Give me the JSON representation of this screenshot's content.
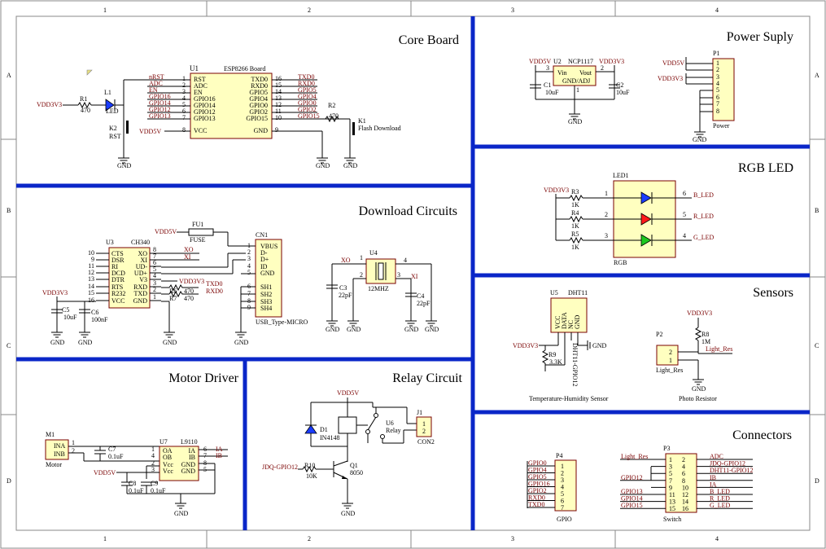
{
  "frame": {
    "col_labels": [
      "1",
      "2",
      "3",
      "4"
    ],
    "row_labels": [
      "A",
      "B",
      "C",
      "D"
    ]
  },
  "sections": {
    "core": "Core Board",
    "power": "Power Suply",
    "rgb": "RGB LED",
    "download": "Download Circuits",
    "sensors": "Sensors",
    "motor": "Motor Driver",
    "relay": "Relay Circuit",
    "connectors": "Connectors"
  },
  "core": {
    "u1_ref": "U1",
    "u1_name": "ESP8266 Board",
    "left_nets": [
      "nRST",
      "ADC",
      "EN",
      "GPIO16",
      "GPIO14",
      "GPIO12",
      "GPIO13"
    ],
    "left_pins": [
      "RST",
      "ADC",
      "EN",
      "GPIO16",
      "GPIO14",
      "GPIO12",
      "GPIO13",
      "VCC"
    ],
    "left_nums": [
      "1",
      "2",
      "3",
      "4",
      "5",
      "6",
      "7",
      "8"
    ],
    "right_pins": [
      "TXD0",
      "RXD0",
      "GPIO5",
      "GPIO4",
      "GPIO0",
      "GPIO2",
      "GPIO15",
      "GND"
    ],
    "right_nums": [
      "16",
      "15",
      "14",
      "13",
      "12",
      "11",
      "10",
      "9"
    ],
    "right_nets": [
      "TXD0",
      "RXD0",
      "GPIO5",
      "GPIO4",
      "GPIO0",
      "GPIO2",
      "GPIO15"
    ],
    "vdd5v": "VDD5V",
    "vdd3v3": "VDD3V3",
    "r1": "R1",
    "r1_val": "470",
    "l1": "L1",
    "l1_val": "LED",
    "k2": "K2",
    "k2_val": "RST",
    "r2": "R2",
    "r2_val": "470",
    "k1": "K1",
    "k1_val": "Flash Download",
    "gnd": "GND"
  },
  "power": {
    "vdd5v": "VDD5V",
    "u2": "U2",
    "u2_name": "NCP1117",
    "vdd3v3": "VDD3V3",
    "pin3": "3",
    "pin2": "2",
    "vin": "Vin",
    "vout": "Vout",
    "gndadj": "GND/ADJ",
    "pin1": "1",
    "c1": "C1",
    "c1_val": "10uF",
    "c2": "C2",
    "c2_val": "10uF",
    "gnd": "GND",
    "p1": "P1",
    "p1_val": "Power",
    "p1_pins": [
      "1",
      "2",
      "3",
      "4",
      "5",
      "6",
      "7",
      "8"
    ],
    "p1_vdd5v": "VDD5V",
    "p1_vdd3v3": "VDD3V3"
  },
  "rgb": {
    "led1": "LED1",
    "led1_val": "RGB",
    "vdd3v3": "VDD3V3",
    "resistors": [
      {
        "ref": "R3",
        "val": "1K",
        "pin_l": "1",
        "pin_r": "6",
        "net": "B_LED"
      },
      {
        "ref": "R4",
        "val": "1K",
        "pin_l": "2",
        "pin_r": "5",
        "net": "R_LED"
      },
      {
        "ref": "R5",
        "val": "1K",
        "pin_l": "3",
        "pin_r": "4",
        "net": "G_LED"
      }
    ]
  },
  "download": {
    "u3": "U3",
    "u3_name": "CH340",
    "left_nums": [
      "10",
      "9",
      "11",
      "12",
      "13",
      "14",
      "15",
      "16"
    ],
    "left_pins": [
      "CTS",
      "DSR",
      "RI",
      "DCD",
      "DTR",
      "RTS",
      "R232",
      "VCC"
    ],
    "right_pins": [
      "XO",
      "XI",
      "UD-",
      "UD+",
      "V3",
      "RXD",
      "TXD",
      "GND"
    ],
    "right_nums": [
      "8",
      "7",
      "6",
      "5",
      "4",
      "3",
      "2",
      "1"
    ],
    "xo": "XO",
    "xi": "XI",
    "vdd3v3": "VDD3V3",
    "txd0": "TXD0",
    "rxd0": "RXD0",
    "r6": "R6",
    "r6_val": "470",
    "r7": "R7",
    "r7_val": "470",
    "c5": "C5",
    "c5_val": "10uF",
    "c6": "C6",
    "c6_val": "100nF",
    "vdd5v": "VDD5V",
    "fu1": "FU1",
    "fu1_val": "FUSE",
    "cn1": "CN1",
    "cn1_val": "USB_Type-MICRO",
    "cn1_pins": [
      "VBUS",
      "D-",
      "D+",
      "ID",
      "GND",
      "SH1",
      "SH2",
      "SH3",
      "SH4"
    ],
    "cn1_nums": [
      "1",
      "2",
      "3",
      "4",
      "5",
      "6",
      "7",
      "8",
      "9"
    ],
    "u4": "U4",
    "u4_val": "12MHZ",
    "u4_pins": [
      "1",
      "2",
      "3",
      "4"
    ],
    "c3": "C3",
    "c3_val": "22pF",
    "c4": "C4",
    "c4_val": "22pF",
    "gnd": "GND"
  },
  "sensors": {
    "u5": "U5",
    "u5_name": "DHT11",
    "u5_pins": [
      "VCC",
      "DATA",
      "NC",
      "GND"
    ],
    "vdd3v3": "VDD3V3",
    "r9": "R9",
    "r9_val": "3.3K",
    "dht_net": "DHT11-GPIO12",
    "gnd": "GND",
    "caption1": "Temperature-Humidity Sensor",
    "vdd3v3_b": "VDD3V3",
    "r8": "R8",
    "r8_val": "1M",
    "p2": "P2",
    "p2_val": "Light_Res",
    "p2_pins": [
      "2",
      "1"
    ],
    "light_net": "Light_Res",
    "caption2": "Photo Resistor"
  },
  "motor": {
    "m1": "M1",
    "m1_val": "Motor",
    "m1_pins": [
      "INA",
      "INB"
    ],
    "m1_nums": [
      "1",
      "2"
    ],
    "c7": "C7",
    "c7_val": "0.1uF",
    "u7": "U7",
    "u7_name": "L9110",
    "left_nums": [
      "1",
      "4",
      "2",
      "3"
    ],
    "left_pins": [
      "OA",
      "OB",
      "Vcc",
      "Vcc"
    ],
    "right_pins": [
      "IA",
      "IB",
      "GND",
      "GND"
    ],
    "right_nums": [
      "6",
      "7",
      "8",
      "5"
    ],
    "ia": "IA",
    "ib": "IB",
    "vdd5v": "VDD5V",
    "c8": "C8",
    "c8_val": "0.1uF",
    "c9": "C9",
    "c9_val": "0.1uF",
    "gnd": "GND"
  },
  "relay": {
    "vdd5v": "VDD5V",
    "d1": "D1",
    "d1_val": "IN4148",
    "u6": "U6",
    "u6_val": "Relay",
    "j1": "J1",
    "j1_val": "CON2",
    "j1_pins": [
      "1",
      "2"
    ],
    "net": "JDQ-GPIO12",
    "r10": "R10",
    "r10_val": "10K",
    "q1": "Q1",
    "q1_val": "8050",
    "gnd": "GND"
  },
  "connectors": {
    "p4": "P4",
    "p4_val": "GPIO",
    "p4_nets": [
      "GPIO0",
      "GPIO4",
      "GPIO5",
      "GPIO16",
      "GPIO2",
      "RXD0",
      "TXD0"
    ],
    "p4_nums": [
      "1",
      "2",
      "3",
      "4",
      "5",
      "6",
      "7"
    ],
    "p3": "P3",
    "p3_val": "Switch",
    "p3_left_nums": [
      "1",
      "3",
      "5",
      "7",
      "9",
      "11",
      "13",
      "15"
    ],
    "p3_right_nums": [
      "2",
      "4",
      "6",
      "8",
      "10",
      "12",
      "14",
      "16"
    ],
    "p3_left_nets": [
      "Light_Res",
      "",
      "",
      "GPIO12",
      "",
      "GPIO13",
      "GPIO14",
      "GPIO15"
    ],
    "p3_right_nets": [
      "ADC",
      "JDQ-GPIO12",
      "DHT11-GPIO12",
      "IB",
      "IA",
      "B_LED",
      "R_LED",
      "G_LED"
    ]
  },
  "colors": {
    "divider": "#0a26c8",
    "ic_fill": "#ffffc0",
    "net_text": "#7a0000",
    "led_blue": "#1a3cff",
    "led_red": "#ff1a1a",
    "led_green": "#1ec81e"
  }
}
